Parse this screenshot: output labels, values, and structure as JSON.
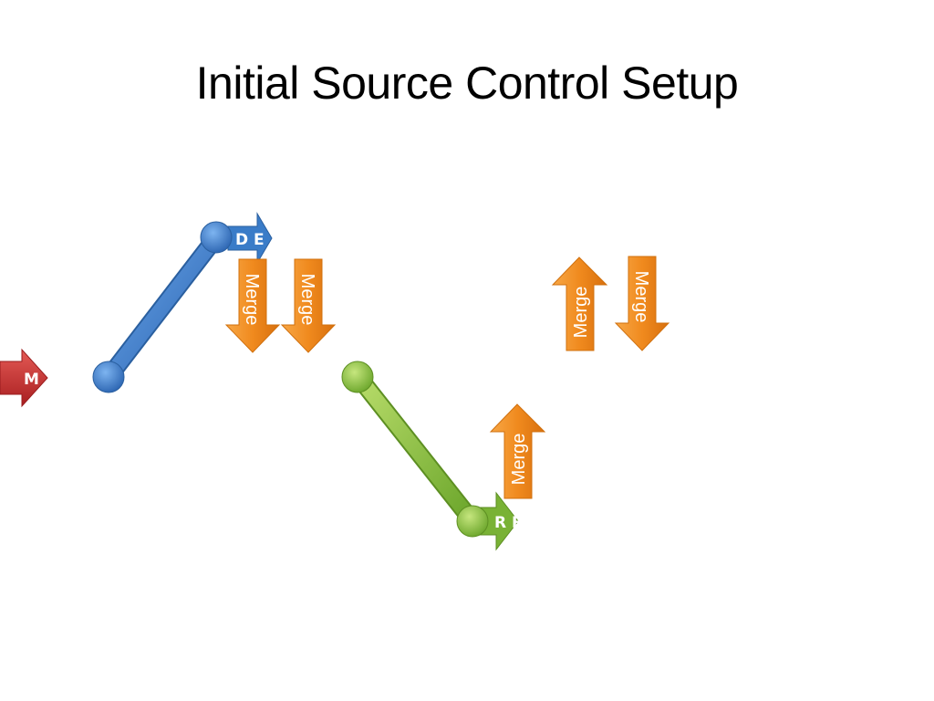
{
  "slide": {
    "title": "Initial Source Control Setup"
  },
  "branches": {
    "main_label": "M",
    "dev_label": "D E",
    "release_label": "R E"
  },
  "merges": {
    "label": "Merge",
    "items": [
      "Merge",
      "Merge",
      "Merge",
      "Merge",
      "Merge"
    ]
  },
  "colors": {
    "main": "#c0282a",
    "dev": "#3a7cc8",
    "release": "#8cbf3a",
    "merge": "#f08a1e"
  }
}
